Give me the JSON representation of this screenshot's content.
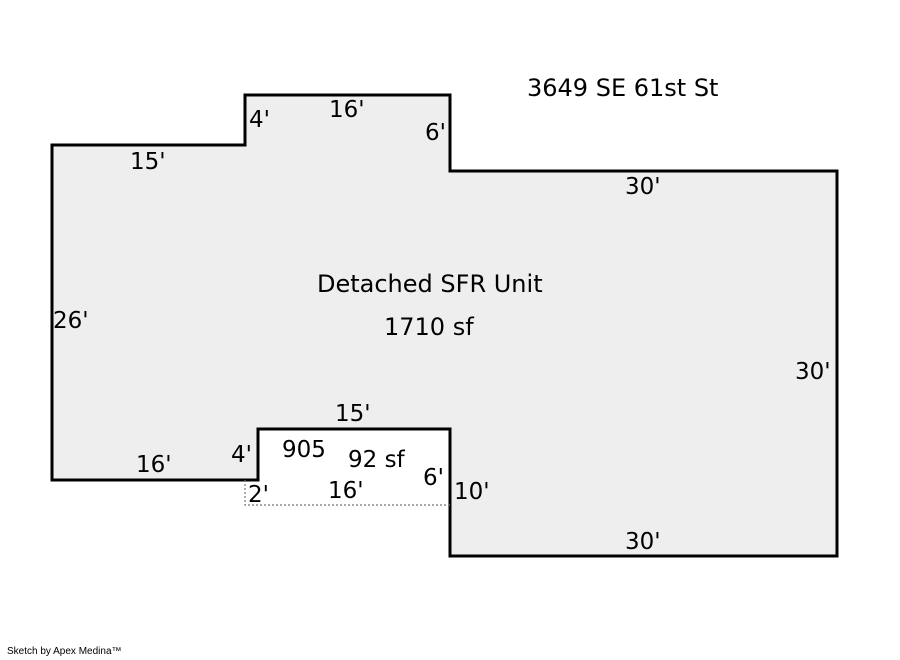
{
  "address": "3649 SE 61st St",
  "main_area": {
    "name": "Detached SFR Unit",
    "area": "1710 sf"
  },
  "sub_area": {
    "code": "905",
    "area": "92 sf"
  },
  "dimensions": {
    "top_bump_left": "4'",
    "top_bump_top": "16'",
    "top_bump_right": "6'",
    "top_left": "15'",
    "top_right": "30'",
    "left": "26'",
    "right": "30'",
    "bottom_right": "30'",
    "bottom_left": "16'",
    "notch_top": "15'",
    "notch_left": "4'",
    "notch_right": "6'",
    "notch_bottom": "16'",
    "notch_outer_left": "2'",
    "notch_outer_right": "10'"
  },
  "credit": "Sketch by Apex Medina™",
  "colors": {
    "fill": "#eeeeee",
    "outline": "#000000",
    "dotted": "#777777"
  }
}
